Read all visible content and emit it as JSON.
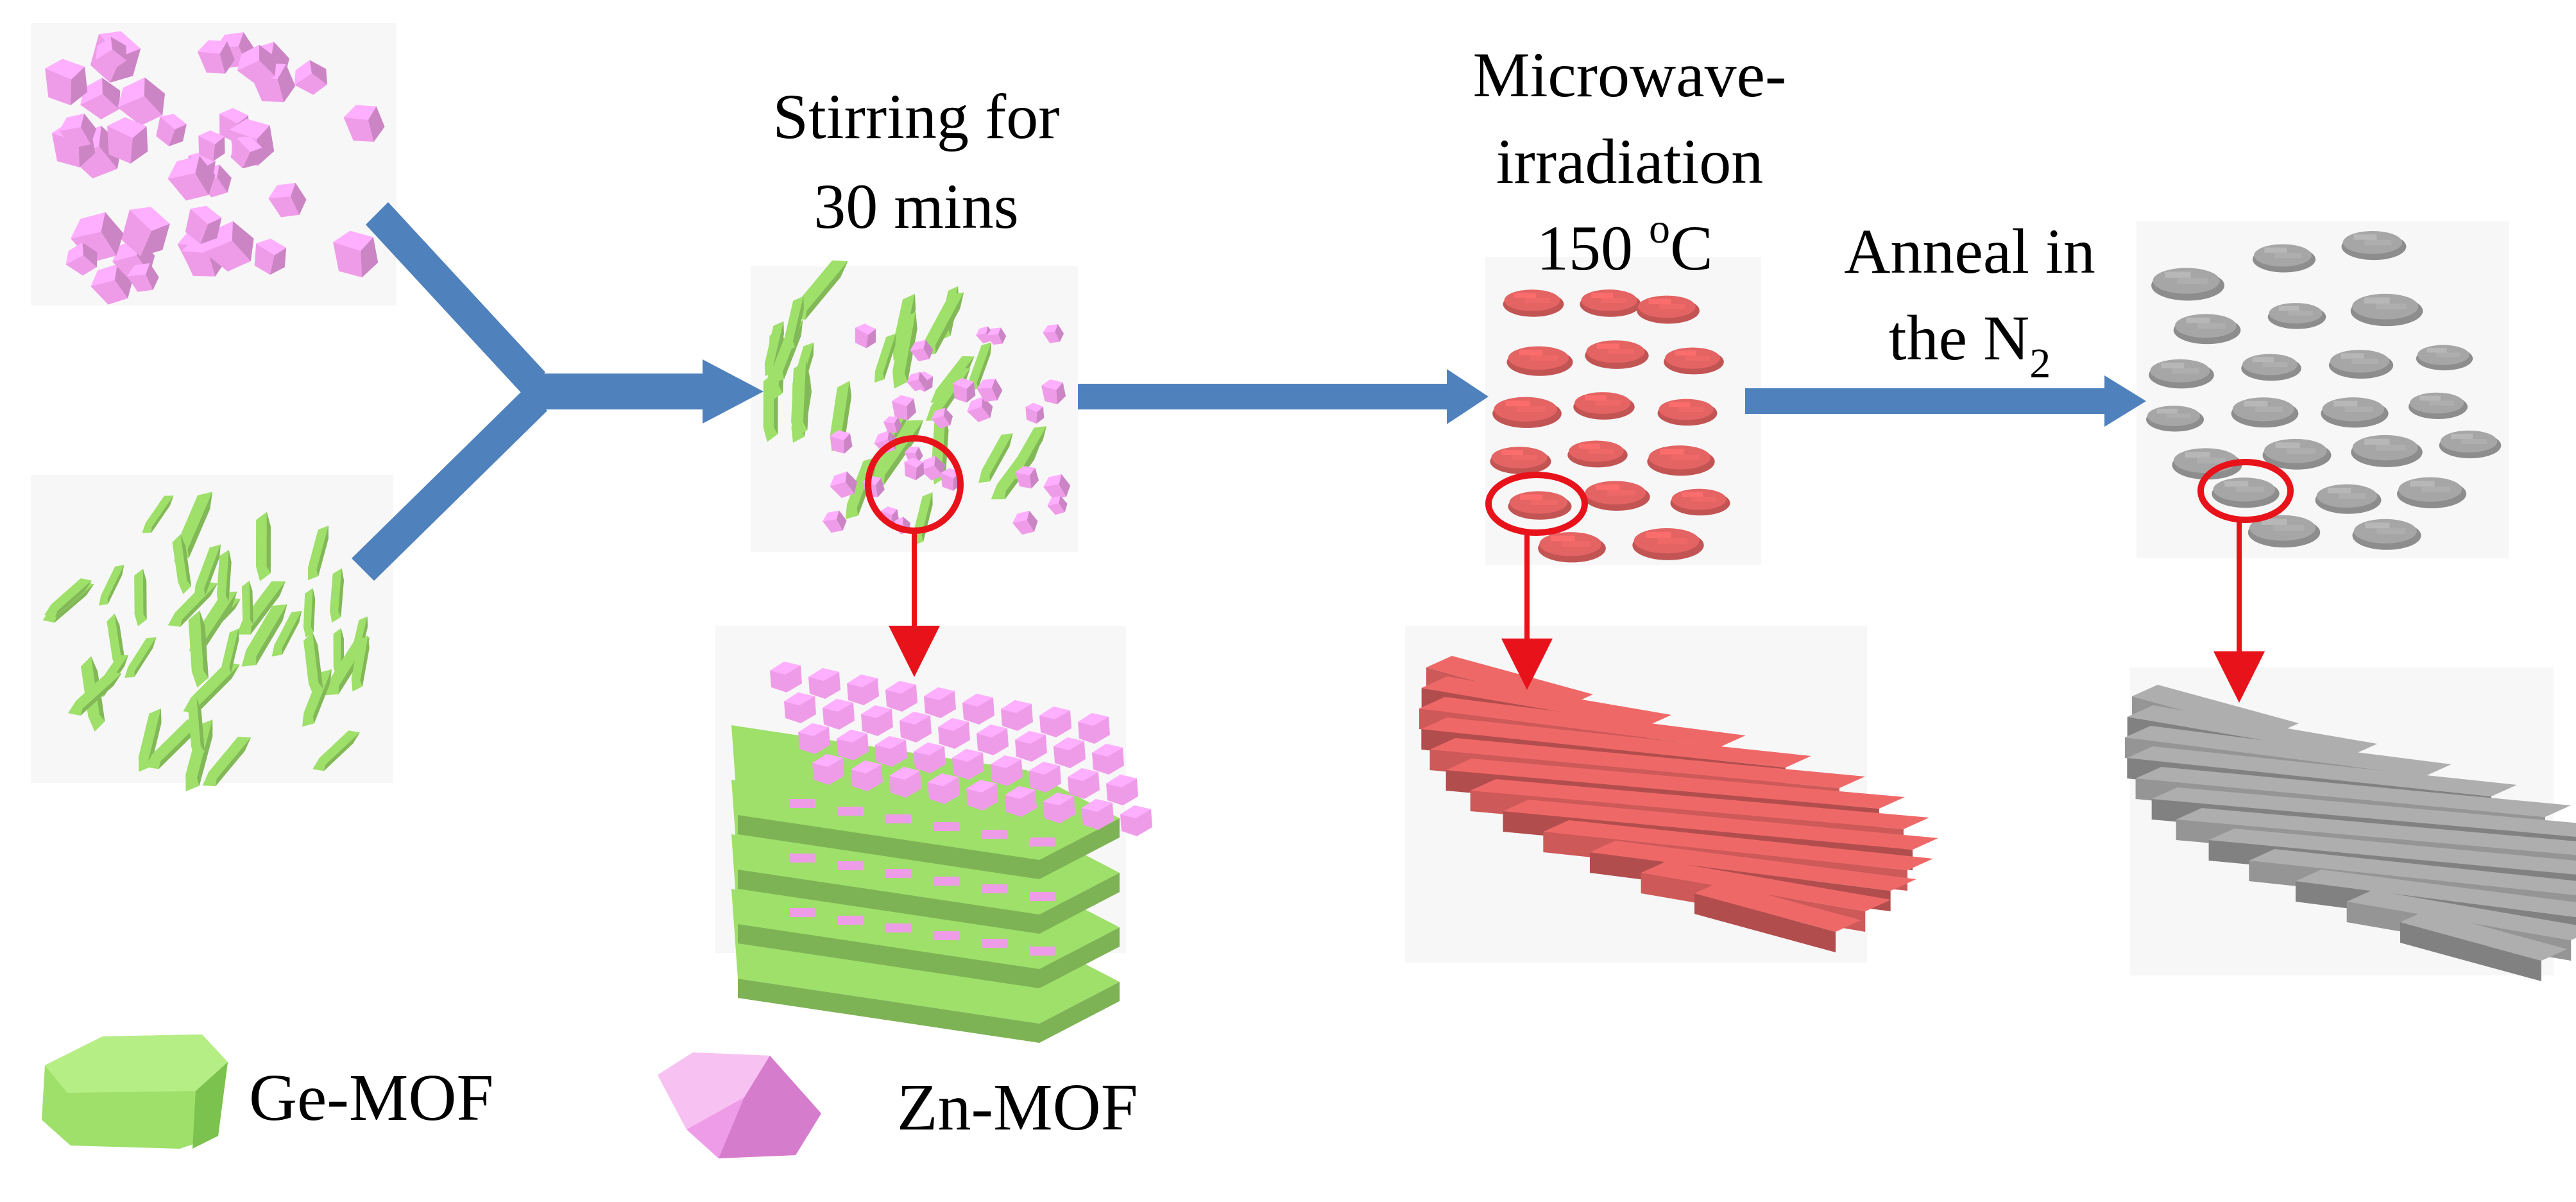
{
  "diagram": {
    "steps": [
      {
        "id": "stir",
        "lines": [
          "Stirring for",
          "30 mins"
        ]
      },
      {
        "id": "microwave",
        "lines": [
          "Microwave-",
          "irradiation"
        ],
        "temp_value": "150 ",
        "temp_sup": "o",
        "temp_unit": "C"
      },
      {
        "id": "anneal",
        "lines": [
          "Anneal in"
        ],
        "line2_prefix": "the N",
        "line2_sub": "2"
      }
    ],
    "legend": [
      {
        "label": "Ge-MOF",
        "color": "#9ee06a"
      },
      {
        "label": "Zn-MOF",
        "color": "#ef9ce8"
      }
    ]
  },
  "colors": {
    "arrow_blue": "#4f81bd",
    "ge_mof_green": "#9ee06a",
    "zn_mof_pink": "#ef9ce8",
    "microwave_red": "#e46363",
    "anneal_gray": "#a6a6a6",
    "highlight_red": "#e8121a"
  }
}
